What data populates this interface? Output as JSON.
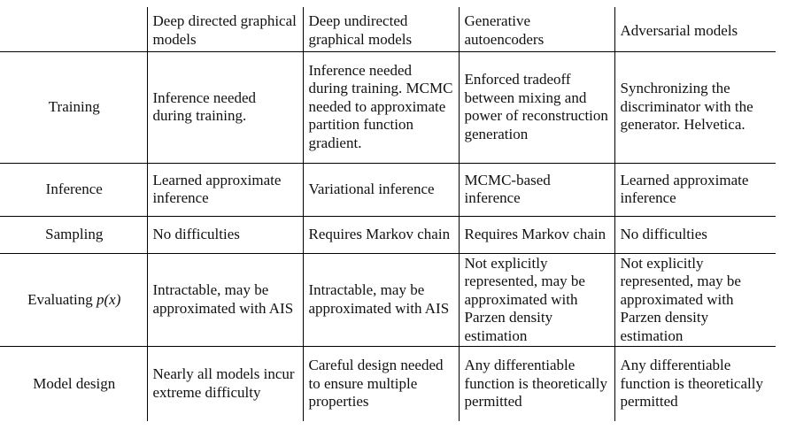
{
  "table": {
    "columns": [
      "",
      "Deep directed graphical models",
      "Deep undirected graphical models",
      "Generative autoencoders",
      "Adversarial models"
    ],
    "rows": [
      {
        "label": "Training",
        "cells": [
          "Inference needed during training.",
          "Inference needed during training. MCMC needed to approximate partition function gradient.",
          "Enforced tradeoff between mixing and power of reconstruction generation",
          "Synchronizing the discriminator with the generator. Helvetica."
        ]
      },
      {
        "label": "Inference",
        "cells": [
          "Learned approximate inference",
          "Variational inference",
          "MCMC-based inference",
          "Learned approximate inference"
        ]
      },
      {
        "label": "Sampling",
        "cells": [
          "No difficulties",
          "Requires Markov chain",
          "Requires Markov chain",
          "No difficulties"
        ]
      },
      {
        "label": "Evaluating",
        "label_math": "p(x)",
        "cells": [
          "Intractable, may be approximated with AIS",
          "Intractable, may be approximated with AIS",
          "Not explicitly represented, may be approximated with Parzen density estimation",
          "Not explicitly represented, may be approximated with Parzen density estimation"
        ]
      },
      {
        "label": "Model design",
        "cells": [
          "Nearly all models incur extreme difficulty",
          "Careful design needed to ensure multiple properties",
          "Any differentiable function is theoretically permitted",
          "Any differentiable function is theoretically permitted"
        ]
      }
    ]
  }
}
